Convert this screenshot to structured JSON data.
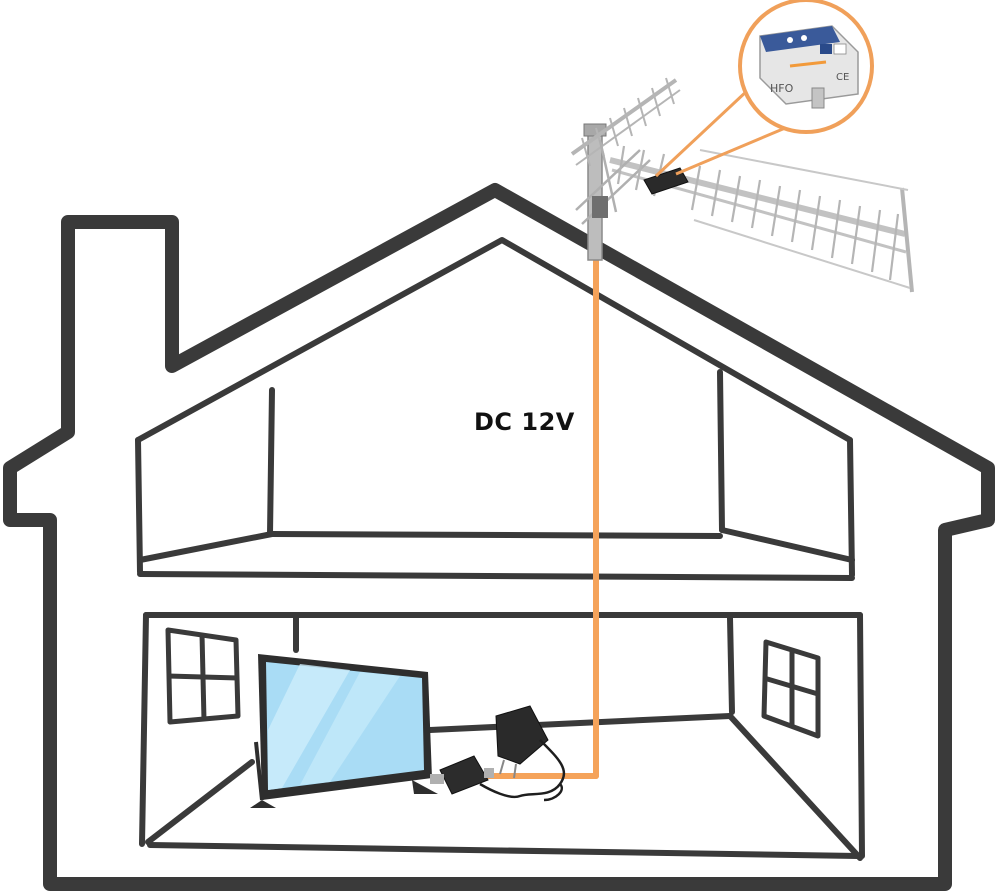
{
  "diagram": {
    "cable_label": "DC 12V"
  },
  "components": {
    "house": "house-outline",
    "antenna": "yagi-antenna",
    "amplifier": "masthead-amplifier",
    "cable": "coaxial-cable",
    "power_supply": "power-adapter",
    "power_inserter": "power-inserter",
    "tv": "flat-screen-tv"
  },
  "colors": {
    "outline": "#3a3a3a",
    "cable": "#f5a35a",
    "screen": "#a9dcf5",
    "antenna": "#c8c8c8",
    "magnifier_ring": "#f0a05a"
  }
}
